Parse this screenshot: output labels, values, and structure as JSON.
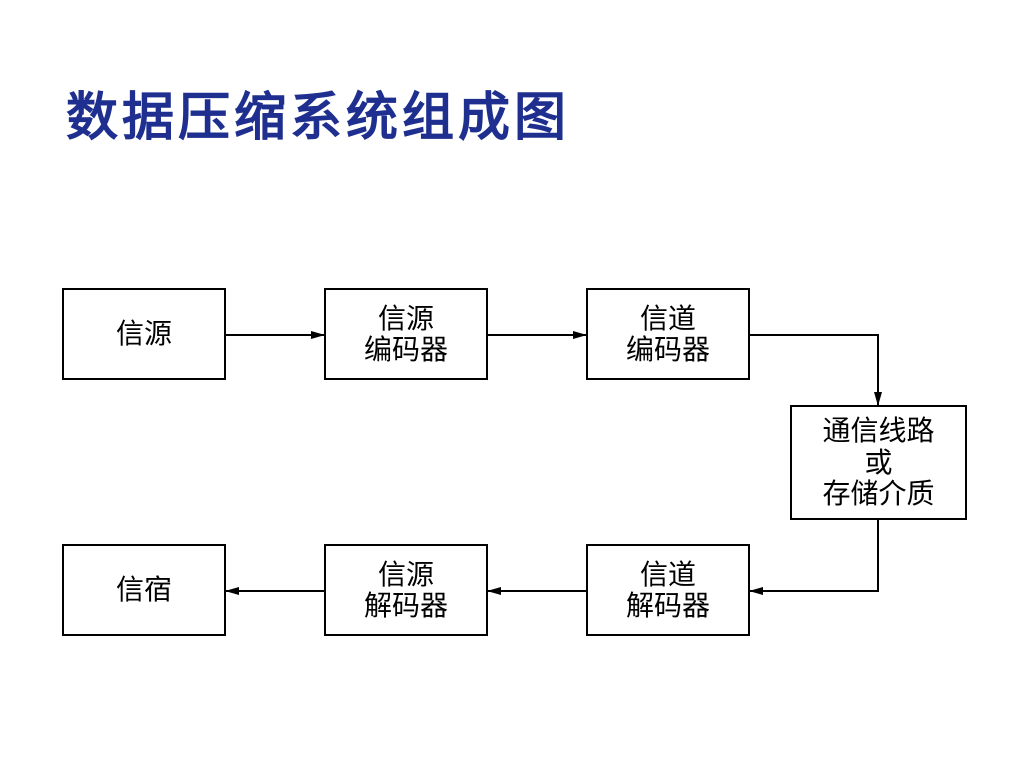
{
  "title": "数据压缩系统组成图",
  "blocks": {
    "source": [
      "信源"
    ],
    "source_encoder": [
      "信源",
      "编码器"
    ],
    "channel_encoder": [
      "信道",
      "编码器"
    ],
    "channel": [
      "通信线路",
      "或",
      "存储介质"
    ],
    "channel_decoder": [
      "信道",
      "解码器"
    ],
    "source_decoder": [
      "信源",
      "解码器"
    ],
    "sink": [
      "信宿"
    ]
  }
}
